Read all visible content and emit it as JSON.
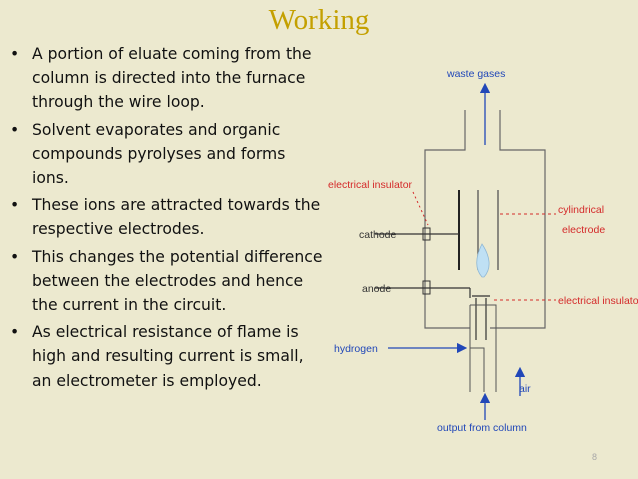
{
  "title": "Working",
  "bullets": [
    "A portion of eluate coming from the column is directed into the furnace through the wire loop.",
    "Solvent evaporates and organic compounds pyrolyses and forms ions.",
    "These ions are attracted towards the respective electrodes.",
    "This changes the potential difference between the electrodes and hence the current in the circuit.",
    "As electrical resistance of flame is high and resulting current is small, an electrometer is employed."
  ],
  "diagram": {
    "waste_gases": "waste gases",
    "electrical_insulator_left": "electrical insulator",
    "cathode": "cathode",
    "anode": "anode",
    "hydrogen": "hydrogen",
    "cylindrical": "cylindrical",
    "electrode": "electrode",
    "electrical_insulator_right": "electrical insulator",
    "air": "air",
    "output_from_column": "output from column"
  },
  "page_number": "8",
  "colors": {
    "title": "#c4a000",
    "label_blue": "#2147b8",
    "label_red": "#d42a2a",
    "background": "#ece9cf"
  }
}
